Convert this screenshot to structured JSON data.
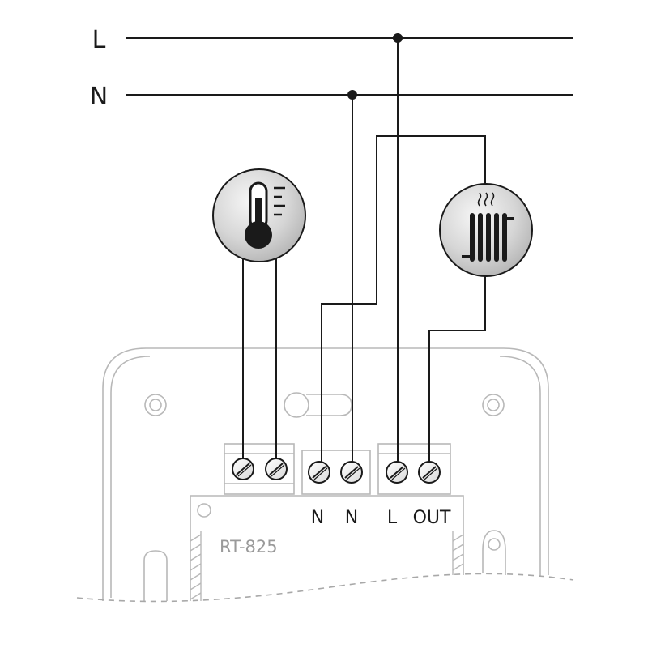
{
  "supply": {
    "line_label": "L",
    "neutral_label": "N"
  },
  "terminals": {
    "n1": "N",
    "n2": "N",
    "l": "L",
    "out": "OUT"
  },
  "device": {
    "model": "RT-825"
  },
  "icons": {
    "sensor": "thermometer-icon",
    "load": "radiator-heater-icon"
  },
  "colors": {
    "wire": "#1a1a1a",
    "device_outline": "#b8b8b8",
    "model_text": "#9a9a9a"
  }
}
